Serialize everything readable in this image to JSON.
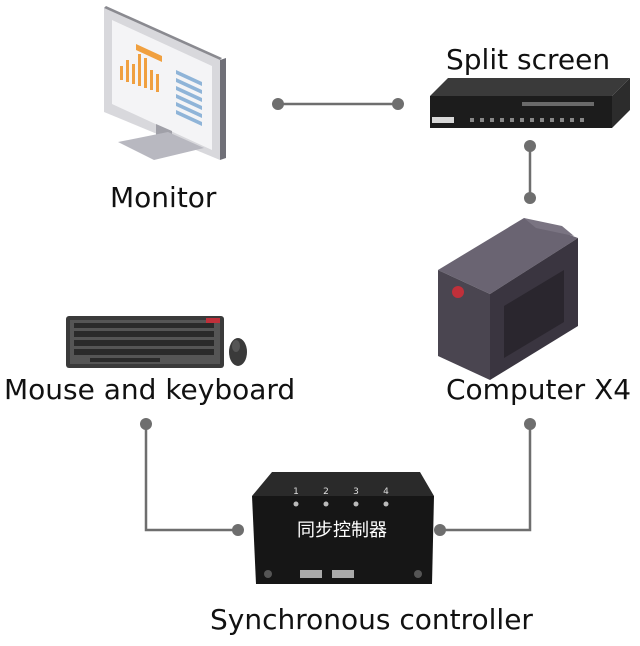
{
  "labels": {
    "split_screen": "Split screen",
    "monitor": "Monitor",
    "mouse_keyboard": "Mouse and keyboard",
    "computer": "Computer X4",
    "sync_controller": "Synchronous controller"
  },
  "controller": {
    "title": "同步控制器",
    "ports": [
      "1",
      "2",
      "3",
      "4"
    ]
  },
  "colors": {
    "connector": "#6e6e6e",
    "device_dark": "#1c1c1c",
    "tower": "#4a4550",
    "monitor_accent": "#f0a040",
    "power_button": "#c0303a"
  }
}
